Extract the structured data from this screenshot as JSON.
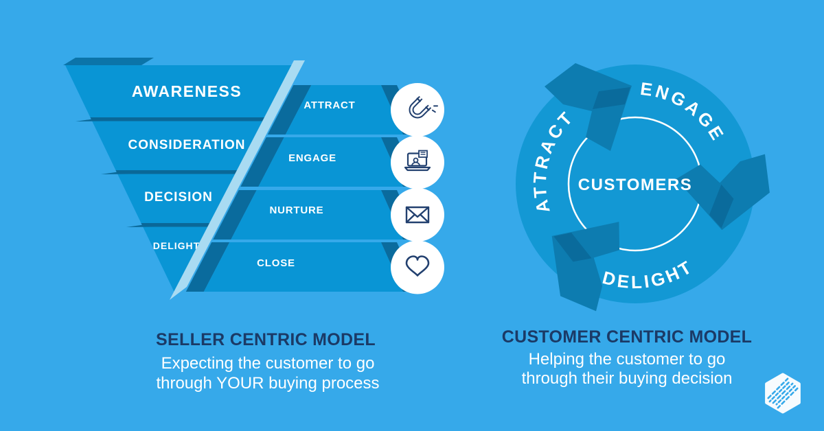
{
  "colors": {
    "background": "#36a9ea",
    "funnel_blue": "#0995d5",
    "fold_dark_blue": "#0a6b9d",
    "separator_dark": "#0a6898",
    "stripe_light": "#a9dbf2",
    "wheel_blue": "#1398d4",
    "arrow_blue": "#0d7cb0",
    "arrow_fold": "#0a6b9c",
    "navy_text": "#1b3a66",
    "white": "#ffffff"
  },
  "funnel": {
    "stages": [
      "AWARENESS",
      "CONSIDERATION",
      "DECISION",
      "DELIGHT"
    ],
    "bars": [
      {
        "label": "ATTRACT",
        "icon": "magnet-icon"
      },
      {
        "label": "ENGAGE",
        "icon": "laptop-analytics-icon"
      },
      {
        "label": "NURTURE",
        "icon": "envelope-icon"
      },
      {
        "label": "CLOSE",
        "icon": "heart-icon"
      }
    ],
    "heading": "SELLER CENTRIC MODEL",
    "subtitle_line1": "Expecting the customer to go",
    "subtitle_line2": "through YOUR buying process"
  },
  "flywheel": {
    "center_label": "CUSTOMERS",
    "ring_labels": {
      "attract": "ATTRACT",
      "engage": "ENGAGE",
      "delight": "DELIGHT"
    },
    "heading": "CUSTOMER CENTRIC MODEL",
    "subtitle_line1": "Helping the customer to go",
    "subtitle_line2": "through their buying decision"
  },
  "logo": {
    "icon": "hexagon-cube-logo"
  }
}
